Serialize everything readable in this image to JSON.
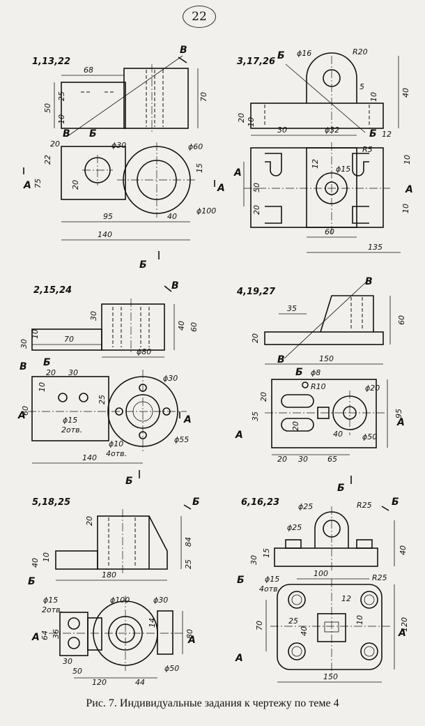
{
  "page_number": "22",
  "caption": "Рис. 7. Индивидуальные задания к чертежу по теме 4",
  "panels": [
    {
      "variants": "1,13,22",
      "section_labels": [
        "В",
        "В",
        "Б",
        "Б",
        "А",
        "А"
      ],
      "dims": [
        "68",
        "25",
        "50",
        "10",
        "70",
        "20",
        "22",
        "ϕ30",
        "ϕ60",
        "15",
        "75",
        "20",
        "95",
        "40",
        "ϕ100",
        "140"
      ]
    },
    {
      "variants": "3,17,26",
      "section_labels": [
        "Б",
        "Б",
        "А",
        "А"
      ],
      "dims": [
        "ϕ16",
        "R20",
        "5",
        "10",
        "40",
        "20",
        "10",
        "30",
        "ϕ32",
        "12",
        "R5",
        "10",
        "ϕ15",
        "12",
        "50",
        "20",
        "10",
        "60",
        "135"
      ]
    },
    {
      "variants": "2,15,24",
      "section_labels": [
        "В",
        "В",
        "Б",
        "Б",
        "А",
        "А"
      ],
      "dims": [
        "30",
        "40",
        "60",
        "30",
        "10",
        "70",
        "ϕ80",
        "20",
        "30",
        "ϕ30",
        "25",
        "10",
        "60",
        "ϕ15",
        "2отв.",
        "ϕ10",
        "4отв.",
        "ϕ55",
        "140"
      ]
    },
    {
      "variants": "4,19,27",
      "section_labels": [
        "В",
        "В",
        "Б",
        "Б",
        "А",
        "А"
      ],
      "dims": [
        "35",
        "60",
        "20",
        "150",
        "ϕ8",
        "R10",
        "ϕ20",
        "20",
        "35",
        "95",
        "20",
        "40",
        "ϕ50",
        "20",
        "30",
        "65"
      ]
    },
    {
      "variants": "5,18,25",
      "section_labels": [
        "Б",
        "Б"
      ],
      "dims": [
        "20",
        "84",
        "40",
        "10",
        "25",
        "180",
        "ϕ15",
        "2отв.",
        "ϕ100",
        "ϕ30",
        "64",
        "36",
        "14",
        "80",
        "30",
        "50",
        "120",
        "44",
        "ϕ50"
      ]
    },
    {
      "variants": "6,16,23",
      "section_labels": [
        "Б",
        "Б",
        "А",
        "А"
      ],
      "dims": [
        "ϕ25",
        "R25",
        "ϕ25",
        "30",
        "15",
        "40",
        "ϕ15",
        "4отв.",
        "100",
        "R25",
        "12",
        "25",
        "70",
        "10",
        "120",
        "40",
        "150"
      ]
    }
  ]
}
